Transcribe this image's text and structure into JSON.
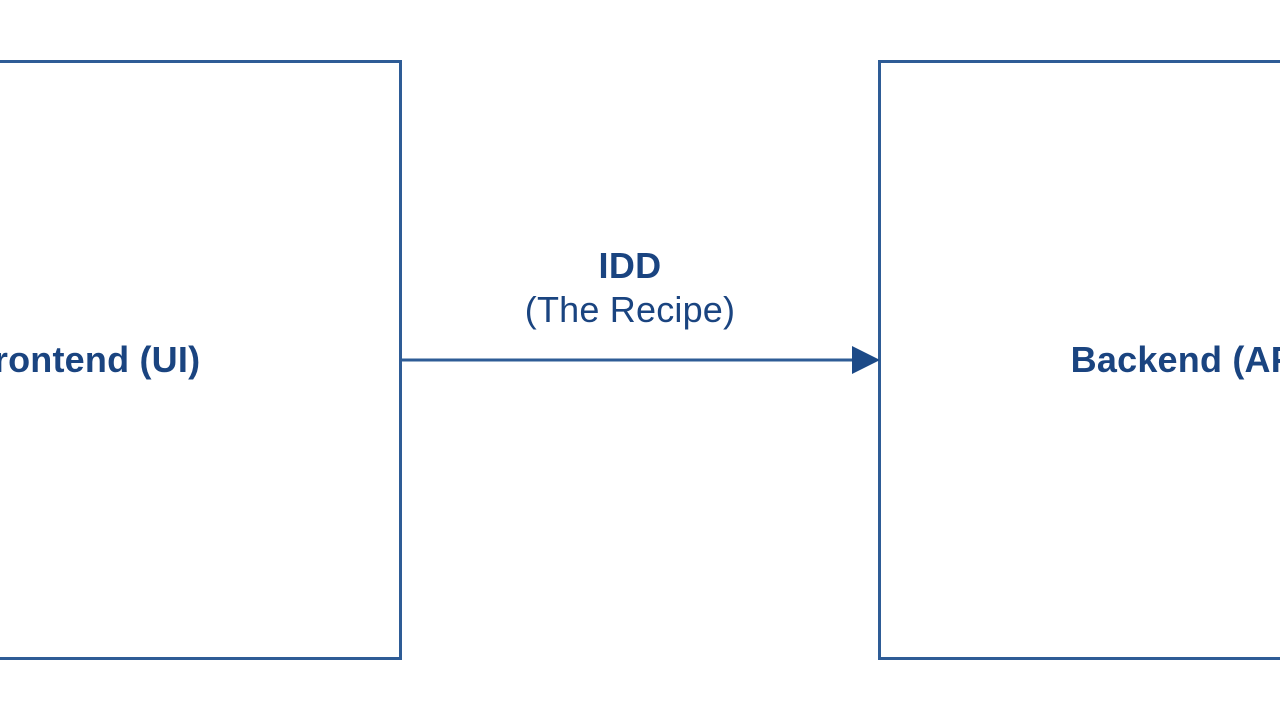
{
  "diagram": {
    "background_color": "#ffffff",
    "stroke_color": "#2e5c96",
    "text_color": "#1a4480",
    "nodes": [
      {
        "id": "frontend",
        "label": "Frontend (UI)",
        "clipped": "left edge of label is cut off by the viewport"
      },
      {
        "id": "backend",
        "label": "Backend (API)",
        "clipped": "right edge of label is cut off by the viewport"
      }
    ],
    "edge": {
      "from": "frontend",
      "to": "backend",
      "direction": "right",
      "arrowhead": "solid-triangle",
      "title": "IDD",
      "subtitle": "(The Recipe)"
    }
  }
}
